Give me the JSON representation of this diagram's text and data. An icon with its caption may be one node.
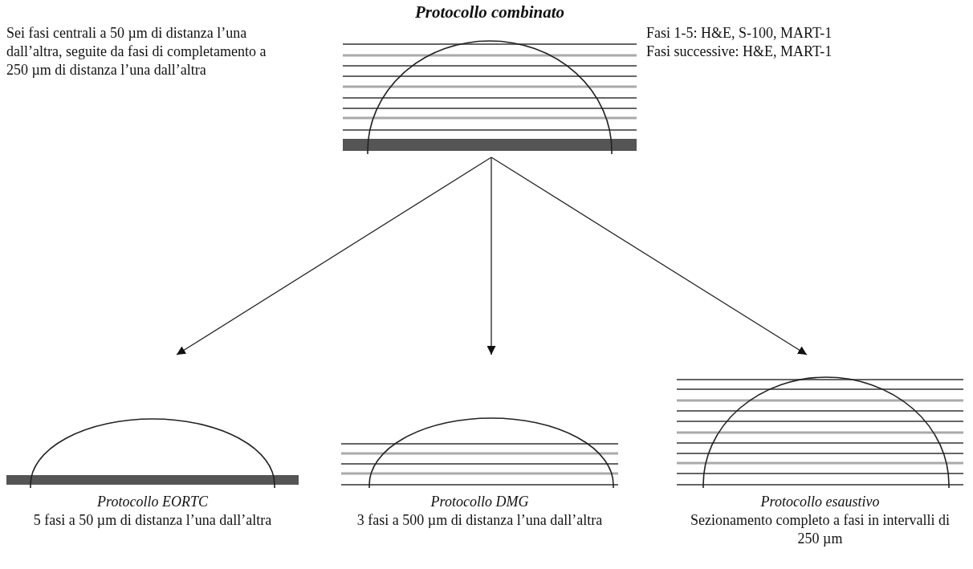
{
  "diagram": {
    "nodes": [
      {
        "text": [
          "Protocollo combinato"
        ]
      },
      {
        "text": [
          "Protocollo EORTC",
          "5 fasi a 50 µm di distanza l’una dall’altra"
        ]
      },
      {
        "text": [
          "Protocollo DMG",
          "3 fasi a 500 µm di distanza l’una dall’altra"
        ]
      },
      {
        "text": [
          "Protocollo esaustivo",
          "Sezionamento completo a fasi in intervalli di 250 µm"
        ]
      }
    ],
    "edges": [
      {
        "from": 0,
        "to": 1,
        "arrow": "to"
      },
      {
        "from": 0,
        "to": 2,
        "arrow": "to"
      },
      {
        "from": 0,
        "to": 3,
        "arrow": "to"
      }
    ],
    "labels": [
      "Sei fasi centrali a 50 µm di distanza l’una dall’altra, seguite da fasi di completamento a 250 µm di distanza l’una dall’altra",
      "Fasi 1-5: H&E, S-100, MART-1",
      "Fasi successive: H&E, MART-1"
    ]
  }
}
